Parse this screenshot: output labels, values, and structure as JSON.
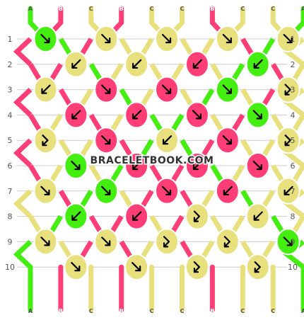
{
  "watermark": "BRACELETBOOK.COM",
  "colors": {
    "A": "#44ee11",
    "B": "#ff3d77",
    "C": "#e8e07c",
    "knot_outline": "#000000",
    "grid": "#cccccc",
    "label_text": "#555555"
  },
  "top_strands": [
    "A",
    "B",
    "C",
    "B",
    "C",
    "C",
    "B",
    "C",
    "C",
    "A"
  ],
  "bottom_strands": [
    "A",
    "B",
    "C",
    "B",
    "C",
    "C",
    "B",
    "C",
    "C",
    "A"
  ],
  "row_labels": [
    "1",
    "2",
    "3",
    "4",
    "5",
    "6",
    "7",
    "8",
    "9",
    "10"
  ],
  "rows": [
    {
      "label": "1",
      "knots": [
        {
          "color": "A",
          "dir": "se"
        },
        {
          "color": "C",
          "dir": "se"
        },
        {
          "color": "C",
          "dir": "se"
        },
        {
          "color": "C",
          "dir": "se"
        },
        {
          "color": "C",
          "dir": "se"
        }
      ]
    },
    {
      "label": "2",
      "knots": [
        {
          "color": "C",
          "dir": "sw"
        },
        {
          "color": "C",
          "dir": "sw"
        },
        {
          "color": "B",
          "dir": "sw"
        },
        {
          "color": "A",
          "dir": "sw"
        }
      ]
    },
    {
      "label": "3",
      "knots": [
        {
          "color": "C",
          "dir": "sw"
        },
        {
          "color": "B",
          "dir": "se"
        },
        {
          "color": "B",
          "dir": "se"
        },
        {
          "color": "A",
          "dir": "se"
        },
        {
          "color": "C",
          "dir": "se-sw"
        }
      ]
    },
    {
      "label": "4",
      "knots": [
        {
          "color": "B",
          "dir": "sw"
        },
        {
          "color": "B",
          "dir": "sw"
        },
        {
          "color": "B",
          "dir": "se"
        },
        {
          "color": "A",
          "dir": "se"
        }
      ]
    },
    {
      "label": "5",
      "knots": [
        {
          "color": "C",
          "dir": "se-sw"
        },
        {
          "color": "B",
          "dir": "se"
        },
        {
          "color": "C",
          "dir": "sw"
        },
        {
          "color": "B",
          "dir": "se"
        },
        {
          "color": "C",
          "dir": "se-sw"
        }
      ]
    },
    {
      "label": "6",
      "knots": [
        {
          "color": "A",
          "dir": "se"
        },
        {
          "color": "B",
          "dir": "sw"
        },
        {
          "color": "B",
          "dir": "sw"
        },
        {
          "color": "B",
          "dir": "se"
        }
      ]
    },
    {
      "label": "7",
      "knots": [
        {
          "color": "C",
          "dir": "se"
        },
        {
          "color": "A",
          "dir": "se"
        },
        {
          "color": "B",
          "dir": "se"
        },
        {
          "color": "B",
          "dir": "sw"
        },
        {
          "color": "C",
          "dir": "sw"
        }
      ]
    },
    {
      "label": "8",
      "knots": [
        {
          "color": "A",
          "dir": "sw"
        },
        {
          "color": "B",
          "dir": "sw"
        },
        {
          "color": "C",
          "dir": "se-sw"
        },
        {
          "color": "C",
          "dir": "sw"
        }
      ]
    },
    {
      "label": "9",
      "knots": [
        {
          "color": "C",
          "dir": "se"
        },
        {
          "color": "C",
          "dir": "se"
        },
        {
          "color": "C",
          "dir": "se-sw"
        },
        {
          "color": "C",
          "dir": "se-sw"
        },
        {
          "color": "A",
          "dir": "se"
        }
      ]
    },
    {
      "label": "10",
      "knots": [
        {
          "color": "C",
          "dir": "se"
        },
        {
          "color": "C",
          "dir": "se"
        },
        {
          "color": "C",
          "dir": "se-sw"
        },
        {
          "color": "C",
          "dir": "se-sw"
        }
      ]
    }
  ]
}
